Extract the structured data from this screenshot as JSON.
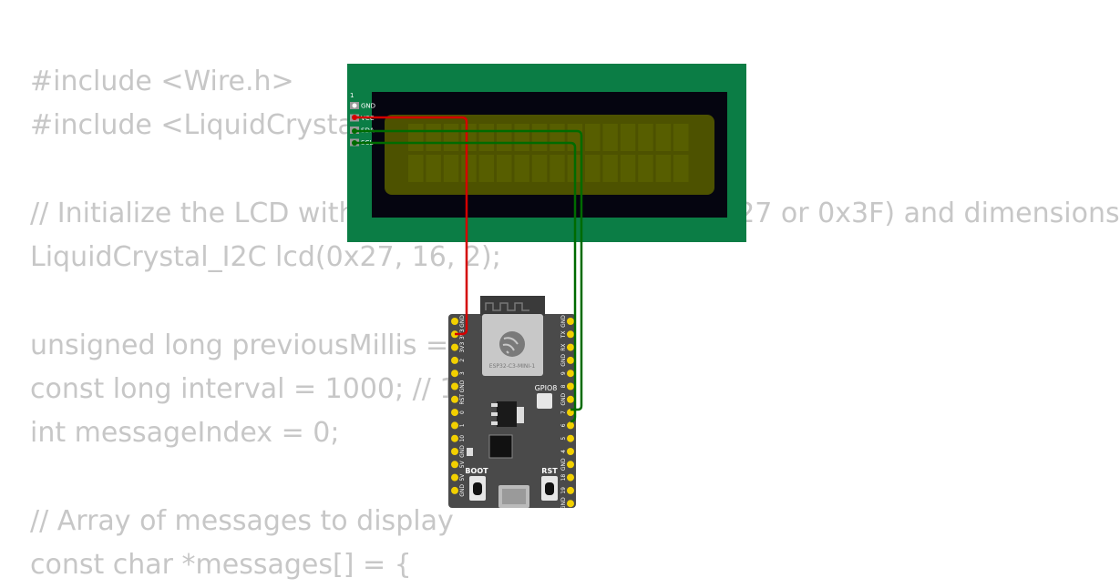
{
  "code_lines": [
    "#include <Wire.h>",
    "#include <LiquidCrystal_I2C.h>",
    "",
    "// Initialize the LCD with the I2C address (usually 0x27 or 0x3F) and dimensions",
    "LiquidCrystal_I2C lcd(0x27, 16, 2);",
    "",
    "unsigned long previousMillis = 0;",
    "const long interval = 1000; // 1 second",
    "int messageIndex = 0;",
    "",
    "// Array of messages to display",
    "const char *messages[] = {"
  ],
  "lcd": {
    "pin_header_number": "1",
    "pins": [
      "GND",
      "VCC",
      "SDA",
      "SCL"
    ]
  },
  "esp32": {
    "module_label": "ESP32-C3-MINI-1",
    "gpio8_label": "GPIO8",
    "boot_label": "BOOT",
    "rst_label": "RST",
    "left_pins": [
      "GND",
      "3V3",
      "3V3",
      "2",
      "3",
      "GND",
      "RST",
      "0",
      "1",
      "10",
      "GND",
      "5V",
      "5V",
      "GND"
    ],
    "right_pins": [
      "GND",
      "TX",
      "RX",
      "GND",
      "9",
      "8",
      "GND",
      "7",
      "6",
      "5",
      "4",
      "GND",
      "18",
      "19",
      "GND"
    ]
  },
  "colors": {
    "code_text": "#c7c7c7",
    "lcd_pcb": "#0b7d45",
    "lcd_screen": "#4d5200",
    "board": "#4a4a4a",
    "pin_gold": "#f2d000",
    "wire_red": "#d40000",
    "wire_green": "#006b00"
  }
}
